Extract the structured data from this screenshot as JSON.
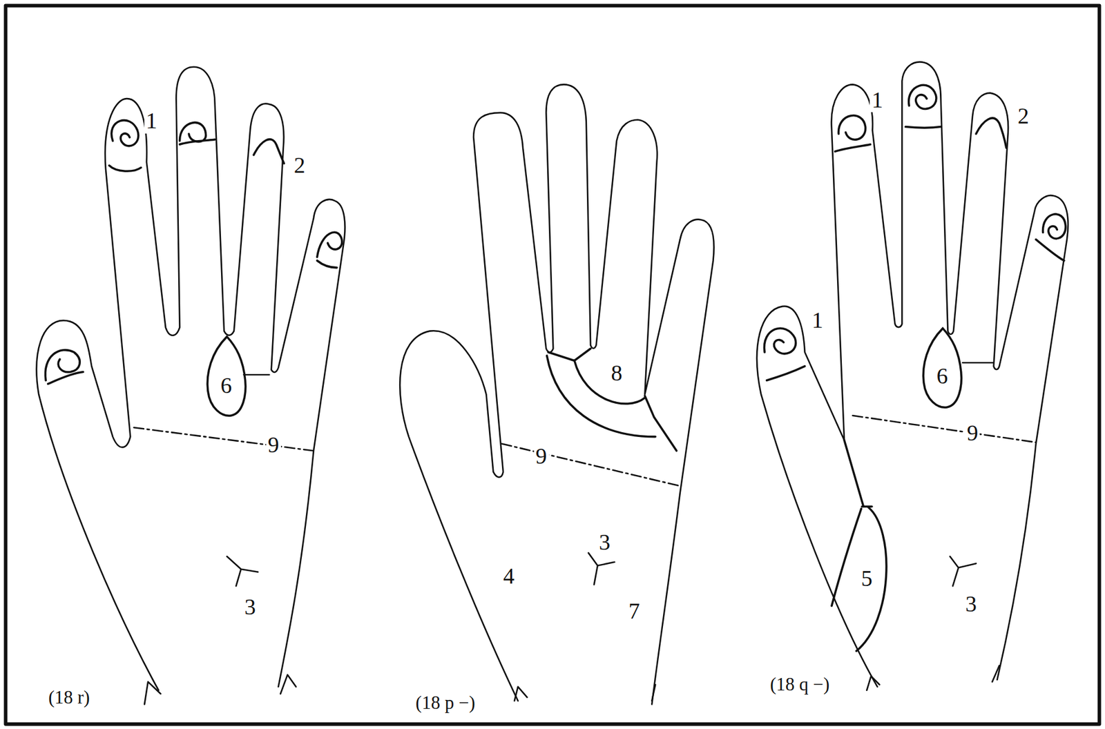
{
  "diagram": {
    "nodes": [
      {
        "text": [
          "6"
        ]
      },
      {
        "text": [
          "8"
        ]
      },
      {
        "text": [
          "6"
        ]
      },
      {
        "text": [
          "5"
        ]
      }
    ],
    "labels": [
      "1",
      "2",
      "9",
      "3",
      "(18 r)",
      "9",
      "4",
      "3",
      "7",
      "(18 p −)",
      "1",
      "2",
      "1",
      "9",
      "3",
      "(18 q −)"
    ]
  }
}
